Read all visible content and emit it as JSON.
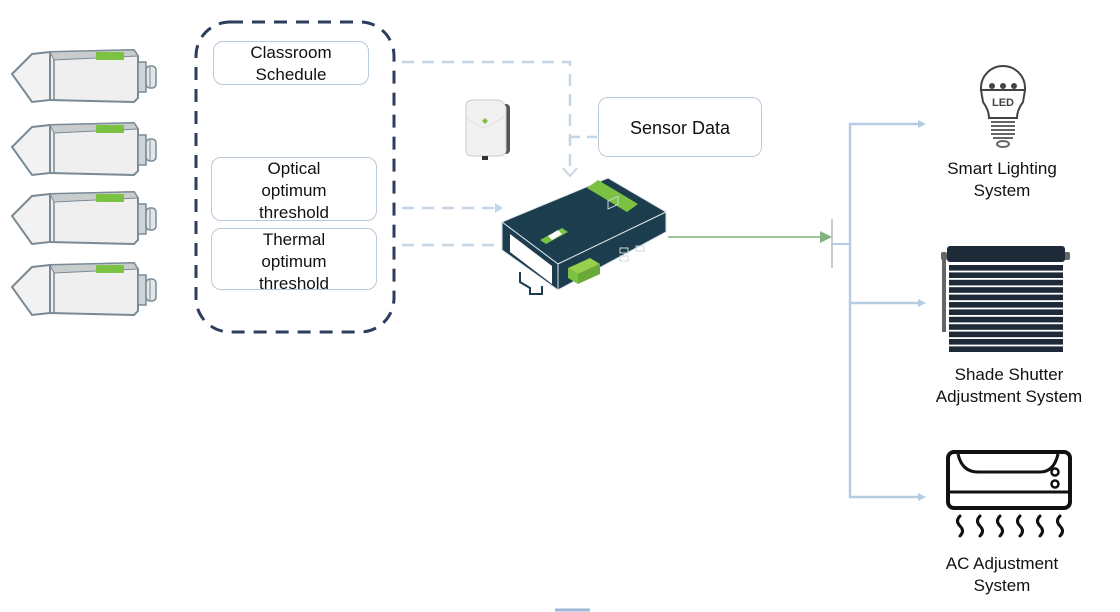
{
  "diagram": {
    "inputs_group": {
      "items": [
        {
          "lines": [
            "Classroom",
            "Schedule"
          ]
        },
        {
          "lines": [
            "Optical",
            "optimum",
            "threshold"
          ]
        },
        {
          "lines": [
            "Thermal",
            "optimum",
            "threshold"
          ]
        }
      ]
    },
    "sensor_data_label": "Sensor Data",
    "sensors": {
      "count": 4,
      "accent_color": "#7cc242"
    },
    "controller": {
      "body_color": "#1c3d4d",
      "accent_color": "#7cc242"
    },
    "outputs": [
      {
        "lines": [
          "Smart Lighting",
          "System"
        ],
        "icon": "led-bulb-icon",
        "icon_text": "LED"
      },
      {
        "lines": [
          "Shade Shutter",
          "Adjustment System"
        ],
        "icon": "window-shade-icon"
      },
      {
        "lines": [
          "AC Adjustment",
          "System"
        ],
        "icon": "air-conditioner-icon"
      }
    ],
    "colors": {
      "dashed_connector": "#c5d6e6",
      "group_border": "#2c3e5c",
      "output_arrow": "#7fb37f",
      "branch_line": "#b6cce2"
    }
  }
}
